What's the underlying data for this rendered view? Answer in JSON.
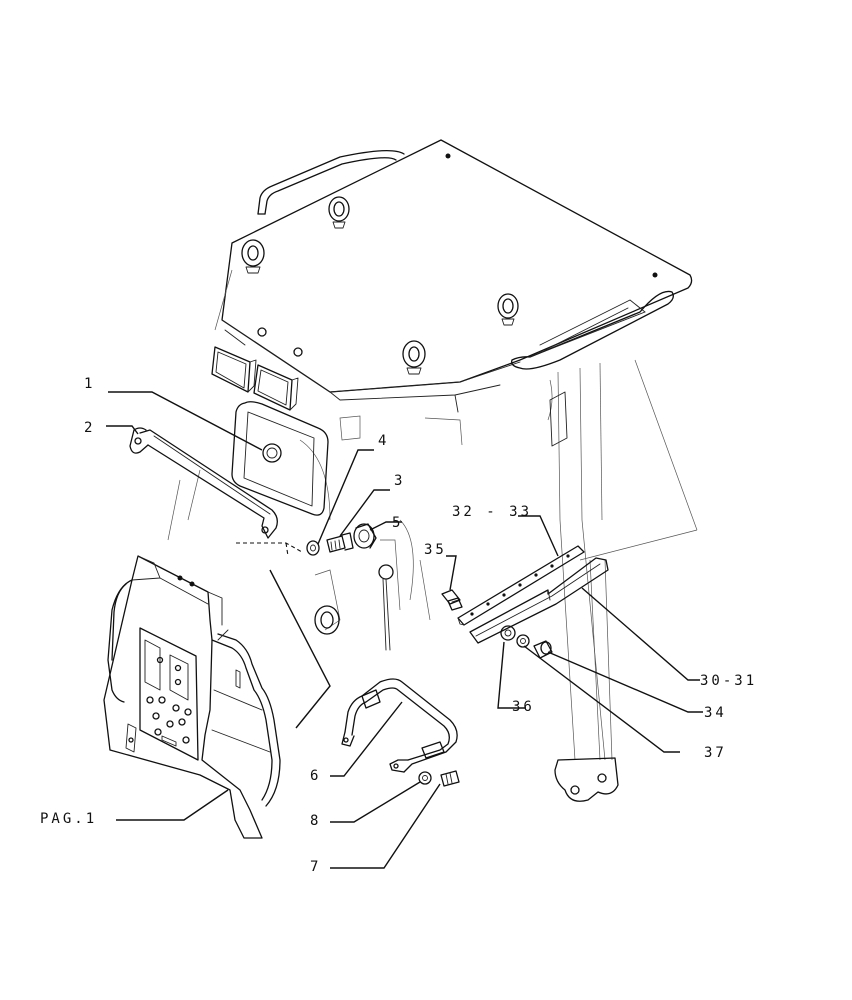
{
  "callouts": {
    "c1": "1",
    "c2": "2",
    "c3": "3",
    "c4": "4",
    "c5": "5",
    "c6": "6",
    "c7": "7",
    "c8": "8",
    "c32_33": "32 - 33",
    "c35": "35",
    "c30_31": "30-31",
    "c34": "34",
    "c36": "36",
    "c37": "37",
    "pag1": "PAG.1"
  }
}
